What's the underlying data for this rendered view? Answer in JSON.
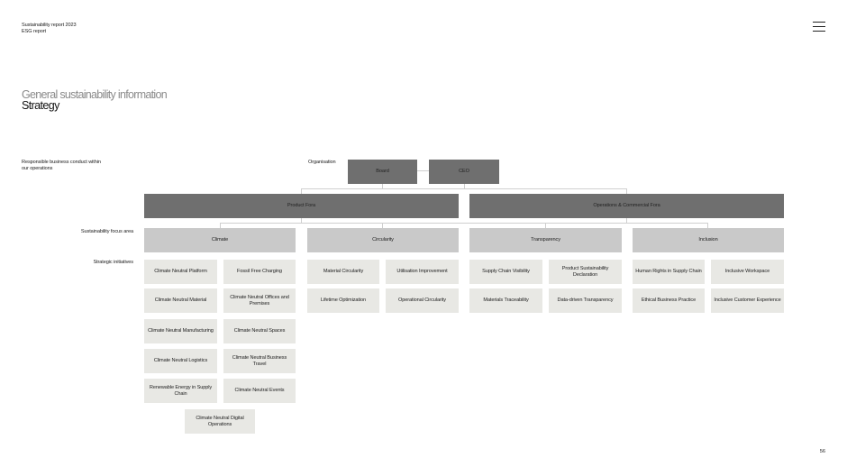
{
  "header": {
    "report_title": "Sustainability report 2023",
    "report_subtitle": "ESG report"
  },
  "menu": {
    "icon": "hamburger-menu-icon"
  },
  "page": {
    "section": "General sustainability information",
    "title": "Strategy",
    "number": "56"
  },
  "side_labels": {
    "intro": "Responsible business conduct within our operations",
    "organisation": "Organisation",
    "focus_area": "Sustainability focus area",
    "initiatives": "Strategic initiatives"
  },
  "org": {
    "board": "Board",
    "ceo": "CEO",
    "fora": [
      "Product Fora",
      "Operations & Commercial Fora"
    ]
  },
  "focus_areas": [
    {
      "name": "Climate",
      "initiatives": [
        "Climate Neutral Platform",
        "Fossil Free Charging",
        "Climate Neutral Material",
        "Climate Neutral Offices and Premises",
        "Climate Neutral Manufacturing",
        "Climate Neutral Spaces",
        "Climate Neutral Logistics",
        "Climate Neutral Business Travel",
        "Renewable Energy in Supply Chain",
        "Climate Neutral Events",
        "Climate Neutral Digital Operations"
      ]
    },
    {
      "name": "Circularity",
      "initiatives": [
        "Material Circularity",
        "Utilisation Improvement",
        "Lifetime Optimization",
        "Operational Circularity"
      ]
    },
    {
      "name": "Transparency",
      "initiatives": [
        "Supply Chain Visibility",
        "Product Sustainability Declaration",
        "Materials Traceability",
        "Data-driven Transparency"
      ]
    },
    {
      "name": "Inclusion",
      "initiatives": [
        "Human Rights in Supply Chain",
        "Inclusive Workspace",
        "Ethical Business Practice",
        "Inclusive Customer Experience"
      ]
    }
  ]
}
